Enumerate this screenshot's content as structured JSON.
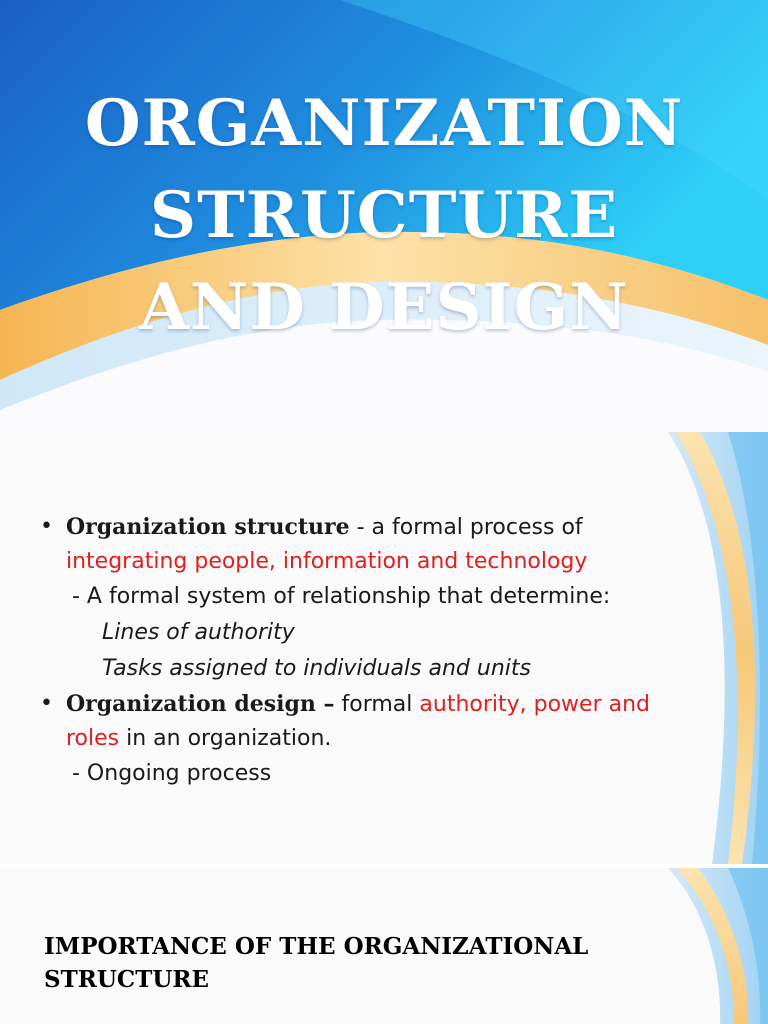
{
  "colors": {
    "blue_dark": "#1a5fc4",
    "blue_light": "#2fc3f5",
    "wave_orange": "#f6c06a",
    "accent_red": "#e02020",
    "text": "#1a1a1a"
  },
  "title_slide": {
    "title_lines": [
      "ORGANIZATION",
      "STRUCTURE",
      "AND DESIGN"
    ]
  },
  "content_slide": {
    "bullet_glyph": "•",
    "item1": {
      "term": "Organization structure",
      "sep": " - a formal process of ",
      "highlight": "integrating people, information and technology",
      "sub": "- A formal system of relationship that determine:",
      "details": [
        "Lines of authority",
        "Tasks assigned to individuals and units"
      ]
    },
    "item2": {
      "term": "Organization design –",
      "sep": " formal ",
      "highlight_a": "authority, power and",
      "highlight_b": "roles",
      "rest": " in an organization.",
      "sub": "- Ongoing process"
    }
  },
  "heading_slide": {
    "heading_lines": [
      "IMPORTANCE OF THE ORGANIZATIONAL",
      "STRUCTURE"
    ]
  }
}
